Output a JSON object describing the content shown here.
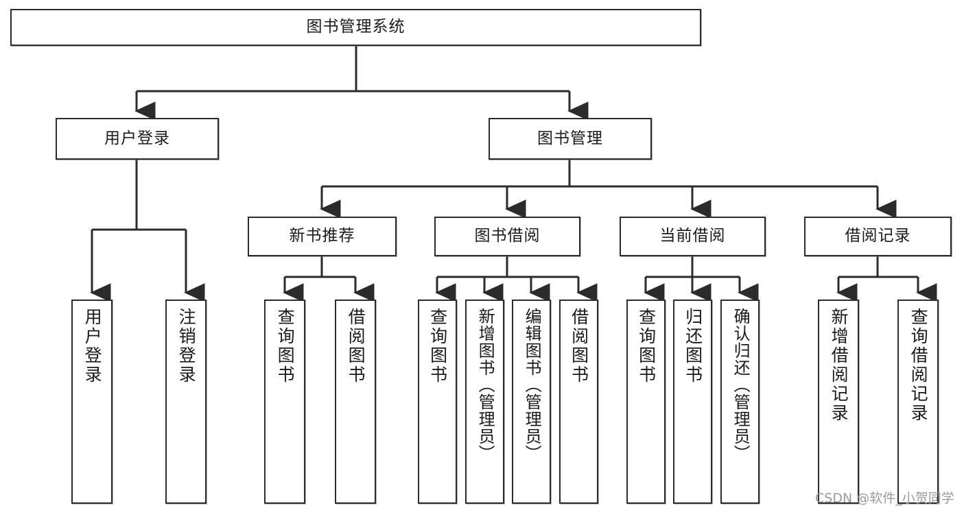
{
  "diagram": {
    "type": "tree",
    "title": "图书管理系统",
    "orientation": "top-down",
    "colors": {
      "box_border": "#2b2b2b",
      "box_fill": "#ffffff",
      "connector": "#2b2b2b",
      "text": "#1a1a1a",
      "watermark": "#9a9a9a",
      "background": "#ffffff"
    },
    "root": {
      "label": "图书管理系统"
    },
    "level1": [
      {
        "label": "用户登录"
      },
      {
        "label": "图书管理"
      }
    ],
    "level2": [
      {
        "label": "新书推荐"
      },
      {
        "label": "图书借阅"
      },
      {
        "label": "当前借阅"
      },
      {
        "label": "借阅记录"
      }
    ],
    "leaves": {
      "user_login": [
        {
          "label": "用户登录"
        },
        {
          "label": "注销登录"
        }
      ],
      "new_book_recommend": [
        {
          "label": "查询图书"
        },
        {
          "label": "借阅图书"
        }
      ],
      "book_borrow": [
        {
          "label": "查询图书"
        },
        {
          "label": "新增图书（管理员）"
        },
        {
          "label": "编辑图书（管理员）"
        },
        {
          "label": "借阅图书"
        }
      ],
      "current_borrow": [
        {
          "label": "查询图书"
        },
        {
          "label": "归还图书"
        },
        {
          "label": "确认归还（管理员）"
        }
      ],
      "borrow_record": [
        {
          "label": "新增借阅记录"
        },
        {
          "label": "查询借阅记录"
        }
      ]
    }
  },
  "watermark": {
    "text": "CSDN @软件_小贺同学"
  }
}
